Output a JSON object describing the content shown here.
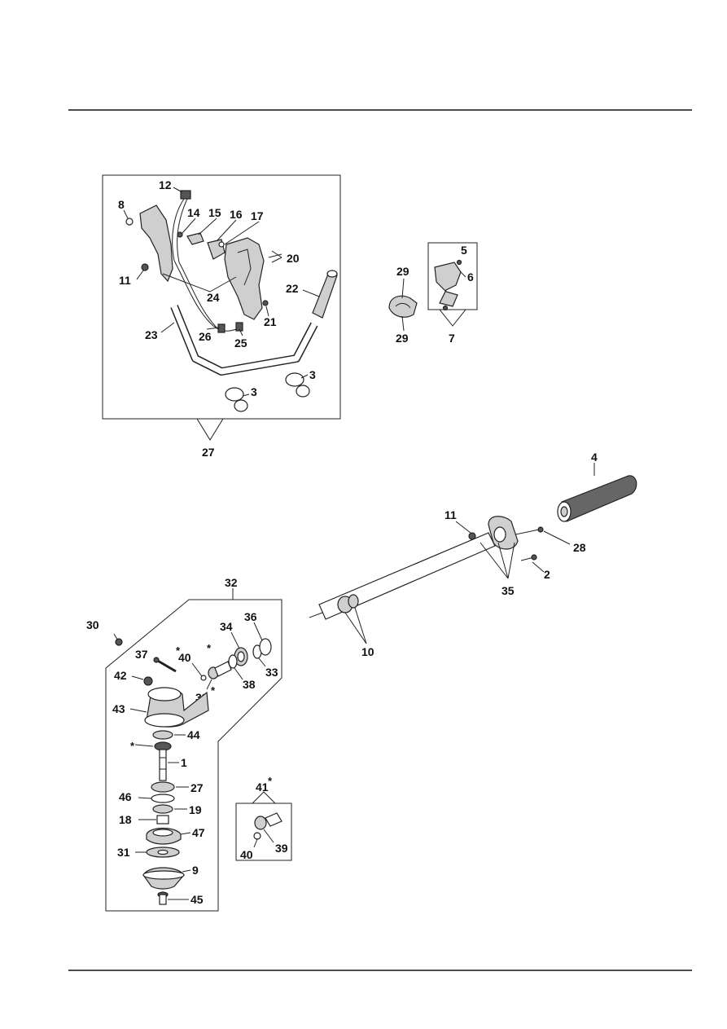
{
  "diagram": {
    "callouts": {
      "n1": "1",
      "n2": "2",
      "n3a": "3",
      "n3b": "3",
      "n4": "4",
      "n5": "5",
      "n6": "6",
      "n7": "7",
      "n8": "8",
      "n9": "9",
      "n10": "10",
      "n11a": "11",
      "n11b": "11",
      "n12": "12",
      "n14": "14",
      "n15": "15",
      "n16": "16",
      "n17": "17",
      "n18": "18",
      "n19": "19",
      "n20": "20",
      "n21": "21",
      "n22": "22",
      "n23": "23",
      "n24": "24",
      "n25": "25",
      "n26": "26",
      "n27a": "27",
      "n27b": "27",
      "n28": "28",
      "n29a": "29",
      "n29b": "29",
      "n30": "30",
      "n31": "31",
      "n32": "32",
      "n33": "33",
      "n34": "34",
      "n35": "35",
      "n36": "36",
      "n37": "37",
      "n38": "38",
      "n39a": "39",
      "n39b": "39",
      "n40a": "40",
      "n40b": "40",
      "n41": "41",
      "n42": "42",
      "n43": "43",
      "n44": "44",
      "n45": "45",
      "n46": "46",
      "n47": "47"
    },
    "asterisk": "*"
  }
}
